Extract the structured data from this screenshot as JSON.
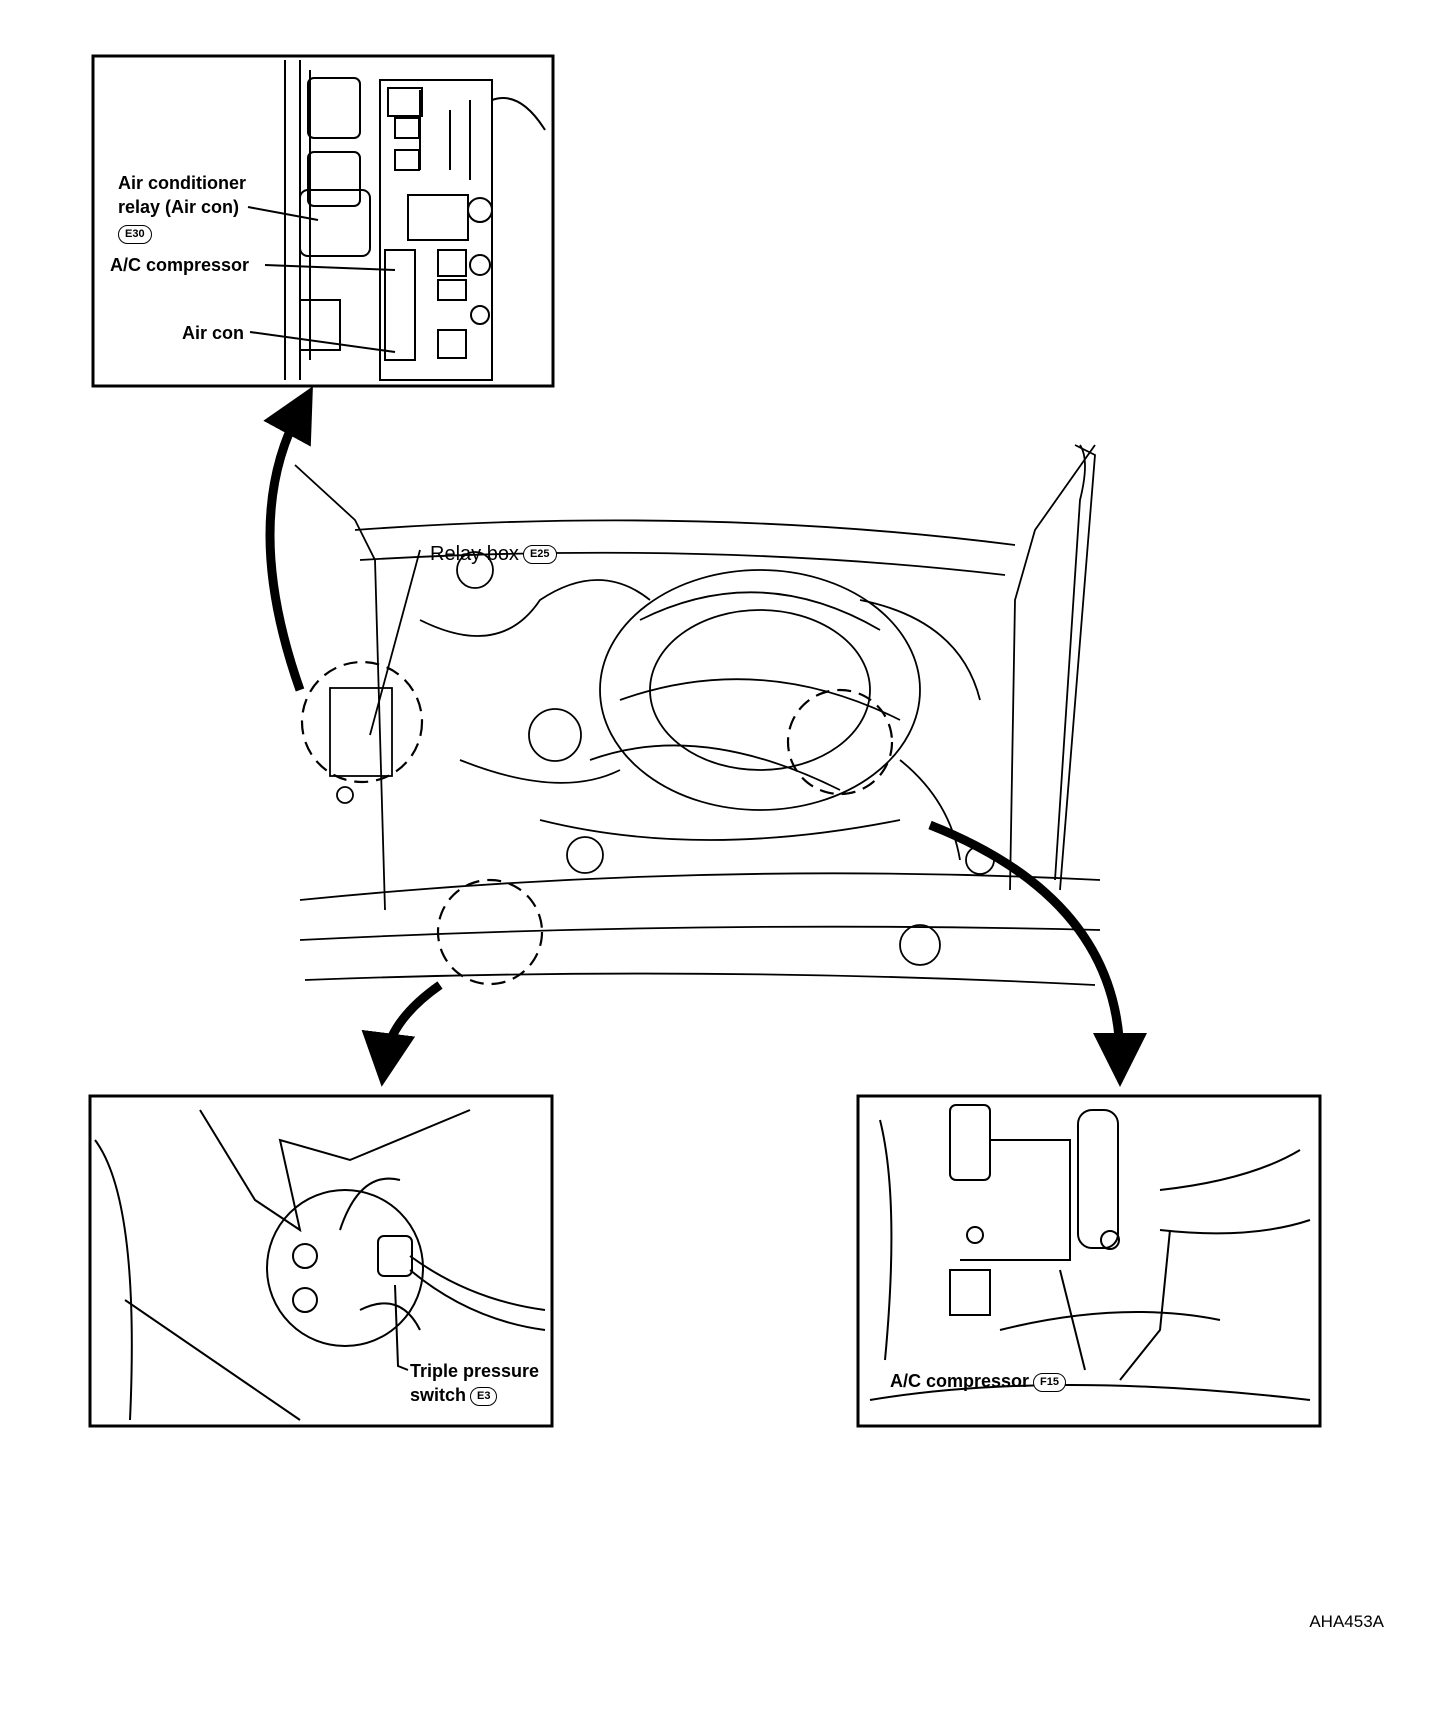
{
  "callouts": {
    "relay_inset": {
      "line1": "Air conditioner",
      "line2": "relay (Air con)",
      "connector": "E30",
      "ac_compressor": "A/C compressor",
      "air_con": "Air con"
    },
    "relay_box": {
      "label": "Relay box",
      "connector": "E25"
    },
    "pressure_switch": {
      "line1": "Triple pressure",
      "line2": "switch",
      "connector": "E3"
    },
    "compressor": {
      "label": "A/C compressor",
      "connector": "F15"
    }
  },
  "figure_code": "AHA453A"
}
